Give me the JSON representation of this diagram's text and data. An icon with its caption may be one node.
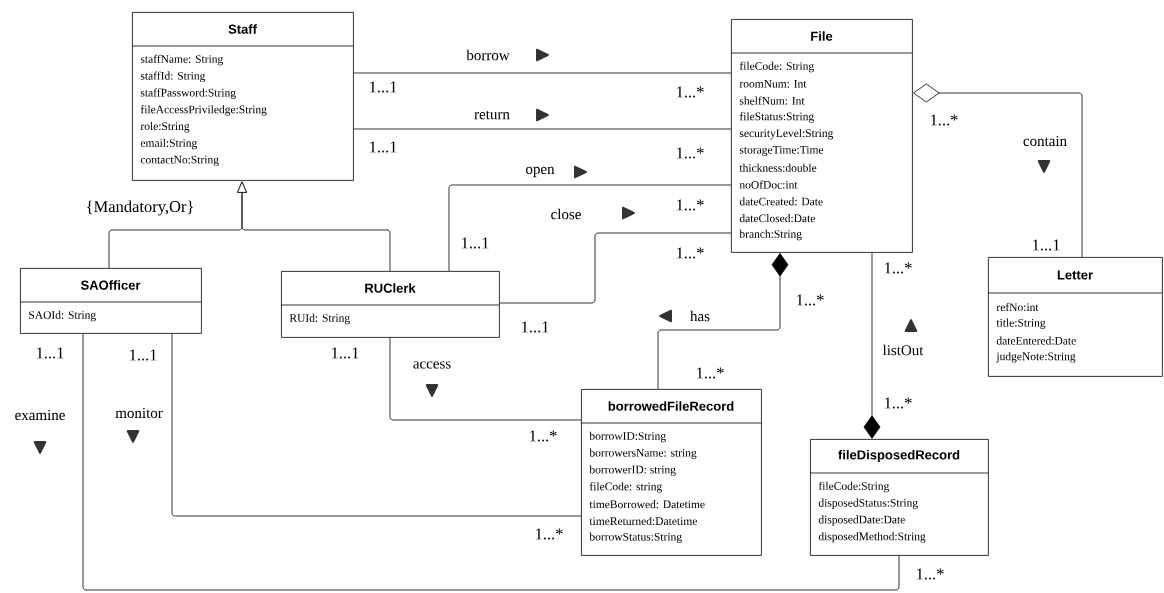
{
  "diagram": {
    "nodes": [
      {
        "text": [
          "Staff",
          "staffName: String",
          "staffId: String",
          "staffPassword:String",
          "fileAccessPriviledge:String",
          "role:String",
          "email:String",
          "contactNo:String"
        ]
      },
      {
        "text": [
          "File",
          "fileCode: String",
          "roomNum: Int",
          "shelfNum: Int",
          "fileStatus:String",
          "securityLevel:String",
          "storageTime:Time",
          "thickness:double",
          "noOfDoc:int",
          "dateCreated: Date",
          "dateClosed:Date",
          "branch:String"
        ]
      },
      {
        "text": [
          "Letter",
          "refNo:int",
          "title:String",
          "dateEntered:Date",
          "judgeNote:String"
        ]
      },
      {
        "text": [
          "SAOfficer",
          "SAOId: String"
        ]
      },
      {
        "text": [
          "RUClerk",
          "RUId: String"
        ]
      },
      {
        "text": [
          "borrowedFileRecord",
          "borrowID:String",
          "borrowersName: string",
          "borrowerID: string",
          "fileCode: string",
          "timeBorrowed: Datetime",
          "timeReturned:Datetime",
          "borrowStatus:String"
        ]
      },
      {
        "text": [
          "fileDisposedRecord",
          "fileCode:String",
          "disposedStatus:String",
          "disposedDate:Date",
          "disposedMethod:String"
        ]
      }
    ],
    "edges": [
      {
        "from": 0,
        "to": 1,
        "arrow": "none",
        "label": "borrow"
      },
      {
        "from": 0,
        "to": 1,
        "arrow": "none",
        "label": "return"
      },
      {
        "from": 4,
        "to": 1,
        "arrow": "none",
        "label": "open"
      },
      {
        "from": 4,
        "to": 1,
        "arrow": "none",
        "label": "close"
      },
      {
        "from": 3,
        "to": 0,
        "arrow": "to"
      },
      {
        "from": 4,
        "to": 0,
        "arrow": "to"
      },
      {
        "from": 5,
        "to": 1,
        "arrow": "other",
        "label": "has"
      },
      {
        "from": 1,
        "to": 6,
        "arrow": "other",
        "label": "listOut"
      },
      {
        "from": 2,
        "to": 1,
        "arrow": "other",
        "label": "contain"
      },
      {
        "from": 4,
        "to": 5,
        "arrow": "none",
        "label": "access"
      },
      {
        "from": 3,
        "to": 5,
        "arrow": "none",
        "label": "monitor"
      },
      {
        "from": 3,
        "to": 6,
        "arrow": "none",
        "label": "examine"
      }
    ],
    "labels": [
      "{Mandatory,Or}",
      "1...1",
      "1...*",
      "1...1",
      "1...*",
      "1...*",
      "1...1",
      "1...*",
      "1...1",
      "1...*",
      "1...*",
      "1...*",
      "1...*",
      "1...*",
      "1...1",
      "1...1",
      "1...*",
      "1...1",
      "1...1",
      "1...*",
      "1...*"
    ]
  }
}
